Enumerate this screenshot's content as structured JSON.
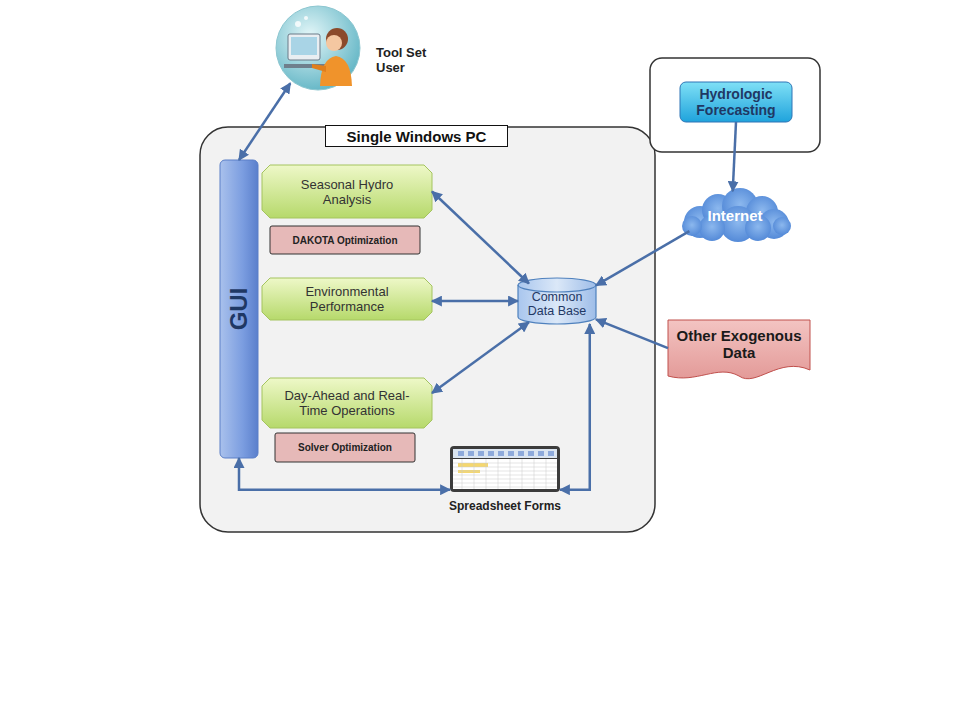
{
  "diagram": {
    "nodes": [
      {
        "text": [
          "Tool Set User"
        ]
      },
      {
        "text": [
          "Single Windows PC"
        ]
      },
      {
        "text": [
          "GUI"
        ],
        "in": 1
      },
      {
        "text": [
          "Seasonal Hydro Analysis"
        ],
        "in": 1
      },
      {
        "text": [
          "DAKOTA Optimization"
        ],
        "in": 1
      },
      {
        "text": [
          "Environmental Performance"
        ],
        "in": 1
      },
      {
        "text": [
          "Day-Ahead and Real-Time Operations"
        ],
        "in": 1
      },
      {
        "text": [
          "Solver Optimization"
        ],
        "in": 1
      },
      {
        "text": [
          "Common Data Base"
        ],
        "in": 1
      },
      {
        "text": [
          "Spreadsheet Forms"
        ],
        "in": 1
      },
      {
        "text": []
      },
      {
        "text": [
          "Hydrologic Forecasting"
        ],
        "in": 10
      },
      {
        "text": [
          "Internet"
        ]
      },
      {
        "text": [
          "Other Exogenous Data"
        ]
      }
    ],
    "edges": [
      {
        "from": 0,
        "to": 2,
        "arrow": "both"
      },
      {
        "from": 3,
        "to": 8,
        "arrow": "both"
      },
      {
        "from": 5,
        "to": 8,
        "arrow": "both"
      },
      {
        "from": 6,
        "to": 8,
        "arrow": "both"
      },
      {
        "from": 2,
        "to": 9,
        "arrow": "both"
      },
      {
        "from": 9,
        "to": 8,
        "arrow": "both"
      },
      {
        "from": 11,
        "to": 12,
        "arrow": "to"
      },
      {
        "from": 12,
        "to": 8,
        "arrow": "to"
      },
      {
        "from": 13,
        "to": 8,
        "arrow": "to"
      }
    ]
  }
}
